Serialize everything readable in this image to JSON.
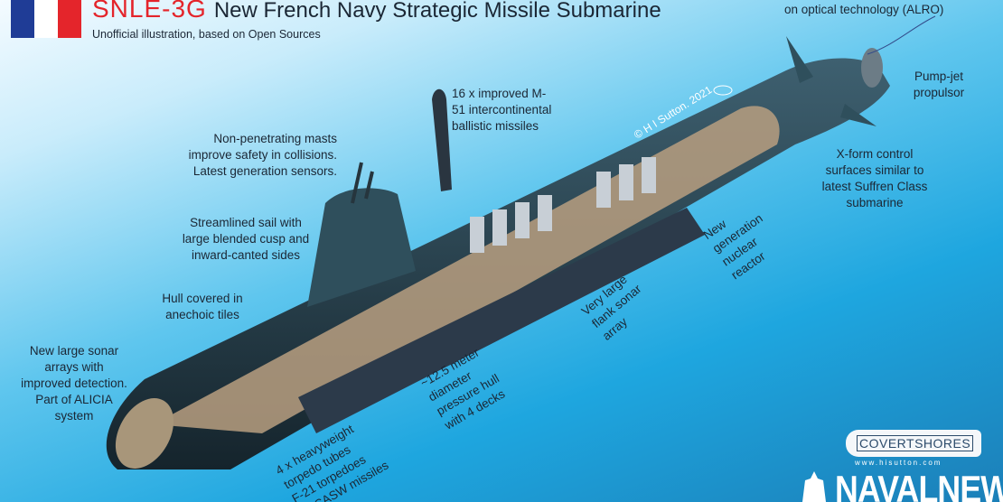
{
  "header": {
    "title_code": "SNLE-3G",
    "title": "New French Navy Strategic Missile Submarine",
    "subtitle": "Unofficial illustration, based on Open Sources",
    "flag_colors": [
      "#1f3c96",
      "#ffffff",
      "#e4252b"
    ]
  },
  "labels": {
    "alro": "on optical technology (ALRO)",
    "missiles": [
      "16 x  improved M-",
      "51 intercontinental",
      "ballistic missiles"
    ],
    "copyright": "© H I Sutton. 2021",
    "masts": [
      "Non-penetrating masts",
      "improve safety in collisions.",
      "Latest generation sensors."
    ],
    "sail": [
      "Streamlined sail with",
      "large blended cusp and",
      "inward-canted sides"
    ],
    "hull": [
      "Hull covered in",
      "anechoic tiles"
    ],
    "sonar": [
      "New large sonar",
      "arrays with",
      "improved detection.",
      "Part of ALICIA",
      "system"
    ],
    "torpedo": [
      "4 x heavyweight",
      "torpedo tubes",
      "F-21 torpedoes",
      "(S)CASW missiles"
    ],
    "pressure": [
      "~12.5 meter",
      "diameter",
      "pressure hull",
      "with 4 decks"
    ],
    "flank": [
      "Very large",
      "flank sonar",
      "array"
    ],
    "reactor": [
      "New",
      "generation",
      "nuclear",
      "reactor"
    ],
    "pumpjet": [
      "Pump-jet",
      "propulsor"
    ],
    "xform": [
      "X-form control",
      "surfaces similar to",
      "latest Suffren Class",
      "submarine"
    ]
  },
  "logos": {
    "covertshores": "COVERTSHORES",
    "covertshores_url": "www.hisutton.com",
    "navalnews": "NAVALNEWS"
  }
}
